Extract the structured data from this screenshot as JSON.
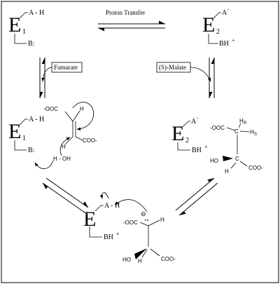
{
  "labels": {
    "proton_transfer": "Proton Transfer",
    "fumarate": "Fumarate",
    "s_malate": "(S)-Malate"
  },
  "enzyme_states": {
    "e1_top": {
      "letter": "E",
      "sub": "1",
      "acid": "A - H",
      "base": "B:"
    },
    "e2_top": {
      "letter": "E",
      "sub": "2",
      "acid": "A",
      "acid_charge": "-",
      "base": "BH",
      "base_charge": "+"
    },
    "e1_mid": {
      "letter": "E",
      "sub": "1",
      "acid": "A - H",
      "base": "B:"
    },
    "e2_mid": {
      "letter": "E",
      "sub": "2",
      "acid": "A",
      "acid_charge": "-",
      "base": "BH",
      "base_charge": "+"
    },
    "e_bottom": {
      "letter": "E",
      "acid": "A - H",
      "base": "BH",
      "base_charge": "+"
    }
  },
  "fumarate_molecule": {
    "coo_left": "-OOC",
    "coo_right": "COO-",
    "h_top": "H",
    "h_bottom": "H",
    "water": "H - OH"
  },
  "malate_molecule": {
    "coo_top": "-OOC",
    "hr": "H",
    "hr_sub": "R",
    "hs": "H",
    "hs_sub": "S",
    "c_top": "C",
    "c_bottom": "C",
    "ho": "HO",
    "h": "H",
    "coo_bottom": "COO-"
  },
  "carbanion_molecule": {
    "coo_top": "-OOC",
    "h_top": "H",
    "charge": "⊖",
    "ho": "HO",
    "h_bottom": "H",
    "coo_bottom": "COO-"
  },
  "colors": {
    "ink": "#000000",
    "background": "#ffffff"
  }
}
